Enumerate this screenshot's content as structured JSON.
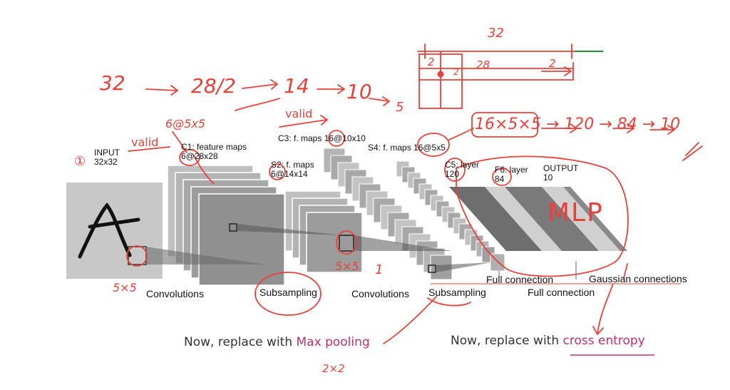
{
  "diagram": {
    "input_label": "INPUT\n32x32",
    "c1_label": "C1: feature maps\n6@28x28",
    "s2_label": "S2: f. maps\n6@14x14",
    "c3_label": "C3: f. maps 16@10x10",
    "s4_label": "S4: f. maps 16@5x5",
    "c5_label": "C5: layer\n120",
    "f6_label": "F6: layer\n84",
    "output_label": "OUTPUT\n10",
    "stage_convolutions_1": "Convolutions",
    "stage_subsampling_1": "Subsampling",
    "stage_convolutions_2": "Convolutions",
    "stage_subsampling_2": "Subsampling",
    "stage_full_connection_1": "Full connection",
    "stage_full_connection_2": "Full connection",
    "stage_gaussian": "Gaussian connections"
  },
  "captions": {
    "pooling_prefix": "Now, replace with ",
    "pooling_highlight": "Max pooling",
    "entropy_prefix": "Now, replace with ",
    "entropy_highlight": "cross entropy"
  },
  "annotations": {
    "chain_32": "32",
    "chain_28": "28/2",
    "chain_14": "14",
    "chain_10": "10",
    "chain_5": "5",
    "valid_1": "valid",
    "valid_2": "valid",
    "six_at_5x5": "6@5x5",
    "step_1": "①",
    "five_x_five_input": "5×5",
    "five_x_five_mid": "5×5",
    "one": "1",
    "two_x_two": "2×2",
    "sketch_32": "32",
    "sketch_2a": "2",
    "sketch_28": "28",
    "sketch_2b": "2",
    "sketch_2c": "2",
    "dense_chain": "16×5×5 → 120 → 84 → 10",
    "mlp": "MLP"
  },
  "colors": {
    "ink_red": "#e8413a",
    "caption_pink": "#c0306a",
    "map_gray": "#9b9b9b",
    "map_gray_light": "#c8c8c8",
    "map_gray_dark": "#777777",
    "green_mark": "#1f8a3a"
  }
}
